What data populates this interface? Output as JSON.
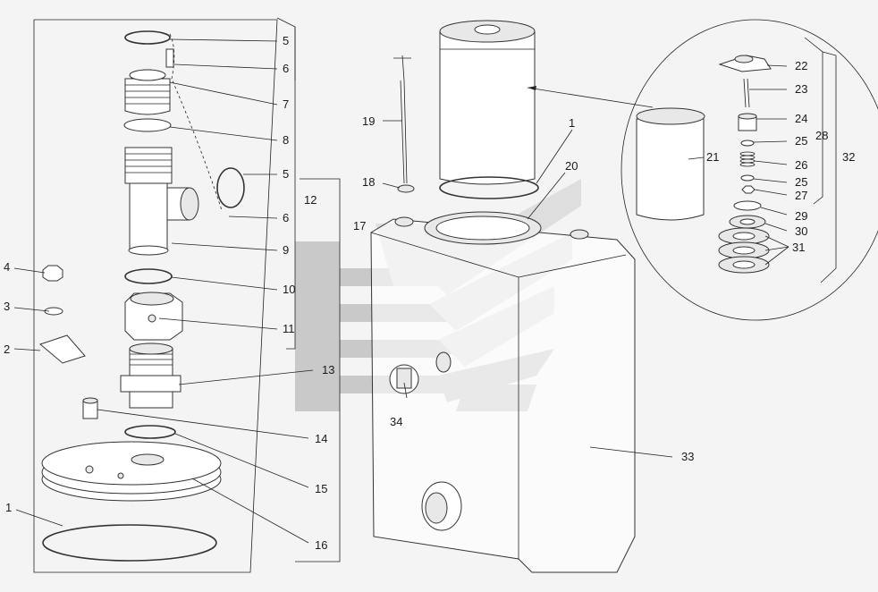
{
  "callouts": [
    {
      "id": "5a",
      "label": "5"
    },
    {
      "id": "6a",
      "label": "6"
    },
    {
      "id": "7",
      "label": "7"
    },
    {
      "id": "8",
      "label": "8"
    },
    {
      "id": "5b",
      "label": "5"
    },
    {
      "id": "6b",
      "label": "6"
    },
    {
      "id": "9",
      "label": "9"
    },
    {
      "id": "10",
      "label": "10"
    },
    {
      "id": "11",
      "label": "11"
    },
    {
      "id": "12",
      "label": "12"
    },
    {
      "id": "13",
      "label": "13"
    },
    {
      "id": "14",
      "label": "14"
    },
    {
      "id": "15",
      "label": "15"
    },
    {
      "id": "16",
      "label": "16"
    },
    {
      "id": "17",
      "label": "17"
    },
    {
      "id": "1a",
      "label": "1"
    },
    {
      "id": "2",
      "label": "2"
    },
    {
      "id": "3",
      "label": "3"
    },
    {
      "id": "4",
      "label": "4"
    },
    {
      "id": "19",
      "label": "19"
    },
    {
      "id": "18",
      "label": "18"
    },
    {
      "id": "1b",
      "label": "1"
    },
    {
      "id": "20",
      "label": "20"
    },
    {
      "id": "34",
      "label": "34"
    },
    {
      "id": "33",
      "label": "33"
    },
    {
      "id": "21",
      "label": "21"
    },
    {
      "id": "22",
      "label": "22"
    },
    {
      "id": "23",
      "label": "23"
    },
    {
      "id": "24",
      "label": "24"
    },
    {
      "id": "25a",
      "label": "25"
    },
    {
      "id": "26",
      "label": "26"
    },
    {
      "id": "25b",
      "label": "25"
    },
    {
      "id": "27",
      "label": "27"
    },
    {
      "id": "28",
      "label": "28"
    },
    {
      "id": "29",
      "label": "29"
    },
    {
      "id": "30",
      "label": "30"
    },
    {
      "id": "31",
      "label": "31"
    },
    {
      "id": "32",
      "label": "32"
    }
  ]
}
